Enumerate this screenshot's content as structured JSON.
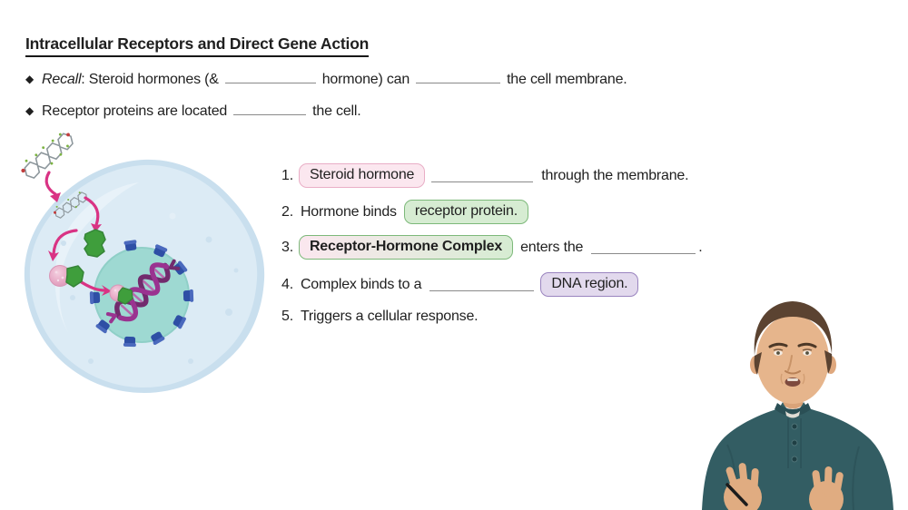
{
  "slide": {
    "title": "Intracellular Receptors and Direct Gene Action",
    "bullets": {
      "b1": {
        "marker": "◆",
        "recall": "Recall",
        "seg1": ": Steroid hormones (&",
        "seg2": "hormone) can",
        "seg3": "the cell membrane."
      },
      "b2": {
        "marker": "◆",
        "seg1": "Receptor proteins are located",
        "seg2": "the cell."
      }
    },
    "steps": {
      "s1": {
        "num": "1.",
        "box": "Steroid hormone",
        "after": "through the membrane."
      },
      "s2": {
        "num": "2.",
        "pre": "Hormone binds",
        "box": "receptor protein."
      },
      "s3": {
        "num": "3.",
        "box": "Receptor-Hormone Complex",
        "mid": "enters the",
        "end": "."
      },
      "s4": {
        "num": "4.",
        "pre": "Complex binds to a",
        "box": "DNA region."
      },
      "s5": {
        "num": "5.",
        "text": "Triggers a cellular response."
      }
    },
    "diagram": {
      "description": "steroid hormone crossing cell membrane, binding intracellular receptor, complex entering nucleus to bind DNA"
    },
    "colors": {
      "pink_box_bg": "#fbe7ef",
      "pink_box_border": "#e9aec6",
      "green_box_bg": "#d6ecd2",
      "green_box_border": "#7db97a",
      "purple_box_bg": "#e2d9ed",
      "purple_box_border": "#9a84bf",
      "arrow_pink": "#d93384",
      "cell_fill": "#dcebf5",
      "cell_rim": "#c9dfee",
      "nucleus_fill": "#9ed9d2",
      "pore_blue": "#2e4fa5",
      "dna_purple_dark": "#722b6d",
      "dna_purple": "#9a3390",
      "receptor_green": "#3f9e3c",
      "shirt_teal": "#335d63"
    }
  }
}
